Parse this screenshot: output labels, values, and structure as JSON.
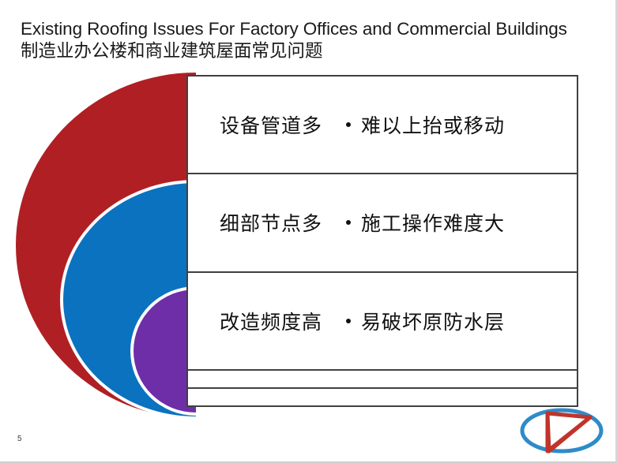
{
  "slide": {
    "title_en": "Existing Roofing Issues For Factory Offices and Commercial Buildings",
    "title_cn": "制造业办公楼和商业建筑屋面常见问题",
    "page_number": "5",
    "background_color": "#ffffff"
  },
  "rings": {
    "outer": {
      "name": "outer-ring",
      "color": "#B01F24"
    },
    "middle": {
      "name": "middle-ring",
      "color": "#0B72C0"
    },
    "inner": {
      "name": "inner-ring",
      "color": "#6E2EA8"
    },
    "gap_color": "#ffffff"
  },
  "table": {
    "border_color": "#404040",
    "cell_background": "#ffffff",
    "rows": [
      {
        "label": "设备管道多",
        "bullet": "难以上抬或移动"
      },
      {
        "label": "细部节点多",
        "bullet": "施工操作难度大"
      },
      {
        "label": "改造频度高",
        "bullet": "易破坏原防水层"
      }
    ],
    "empty_rows": [
      {
        "label": "",
        "bullet": ""
      },
      {
        "label": "",
        "bullet": ""
      }
    ]
  },
  "logo": {
    "name": "company-logo",
    "ellipse_color": "#2E8BC9",
    "mark_color": "#C0342B"
  }
}
